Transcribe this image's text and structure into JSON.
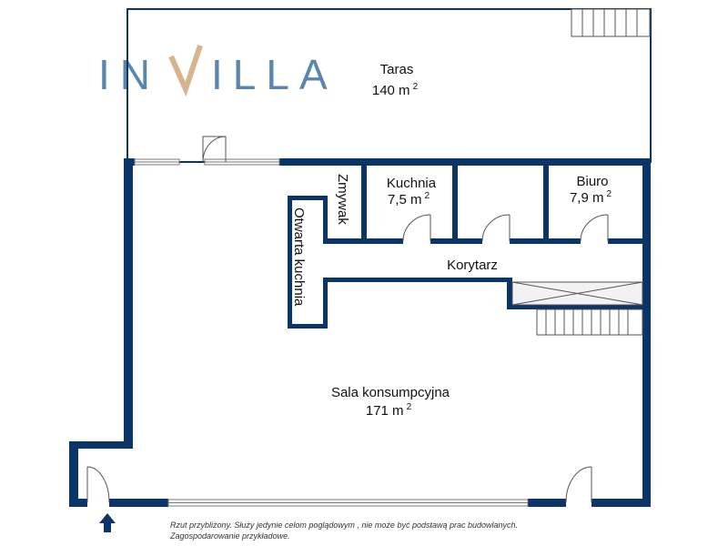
{
  "logo": {
    "text": "INVILLA",
    "primary_color": "#5a86ad",
    "accent_color": "#d6b48e"
  },
  "colors": {
    "wall": "#0b3468"
  },
  "rooms": {
    "taras": {
      "name": "Taras",
      "area": "140 m",
      "unit_exp": "2"
    },
    "kuchnia": {
      "name": "Kuchnia",
      "area": "7,5 m",
      "unit_exp": "2"
    },
    "biuro": {
      "name": "Biuro",
      "area": "7,9 m",
      "unit_exp": "2"
    },
    "zmywak": {
      "name": "Zmywak"
    },
    "otwarta_kuchnia": {
      "name": "Otwarta kuchnia"
    },
    "korytarz": {
      "name": "Korytarz"
    },
    "sala": {
      "name": "Sala konsumpcyjna",
      "area": "171 m",
      "unit_exp": "2"
    }
  },
  "notes": {
    "line1": "Rzut przybliżony. Służy jedynie celom poglądowym , nie może być podstawą prac budowlanych.",
    "line2": "Zagospodarowanie przykładowe."
  },
  "entrance_icon": "arrow-up-icon"
}
